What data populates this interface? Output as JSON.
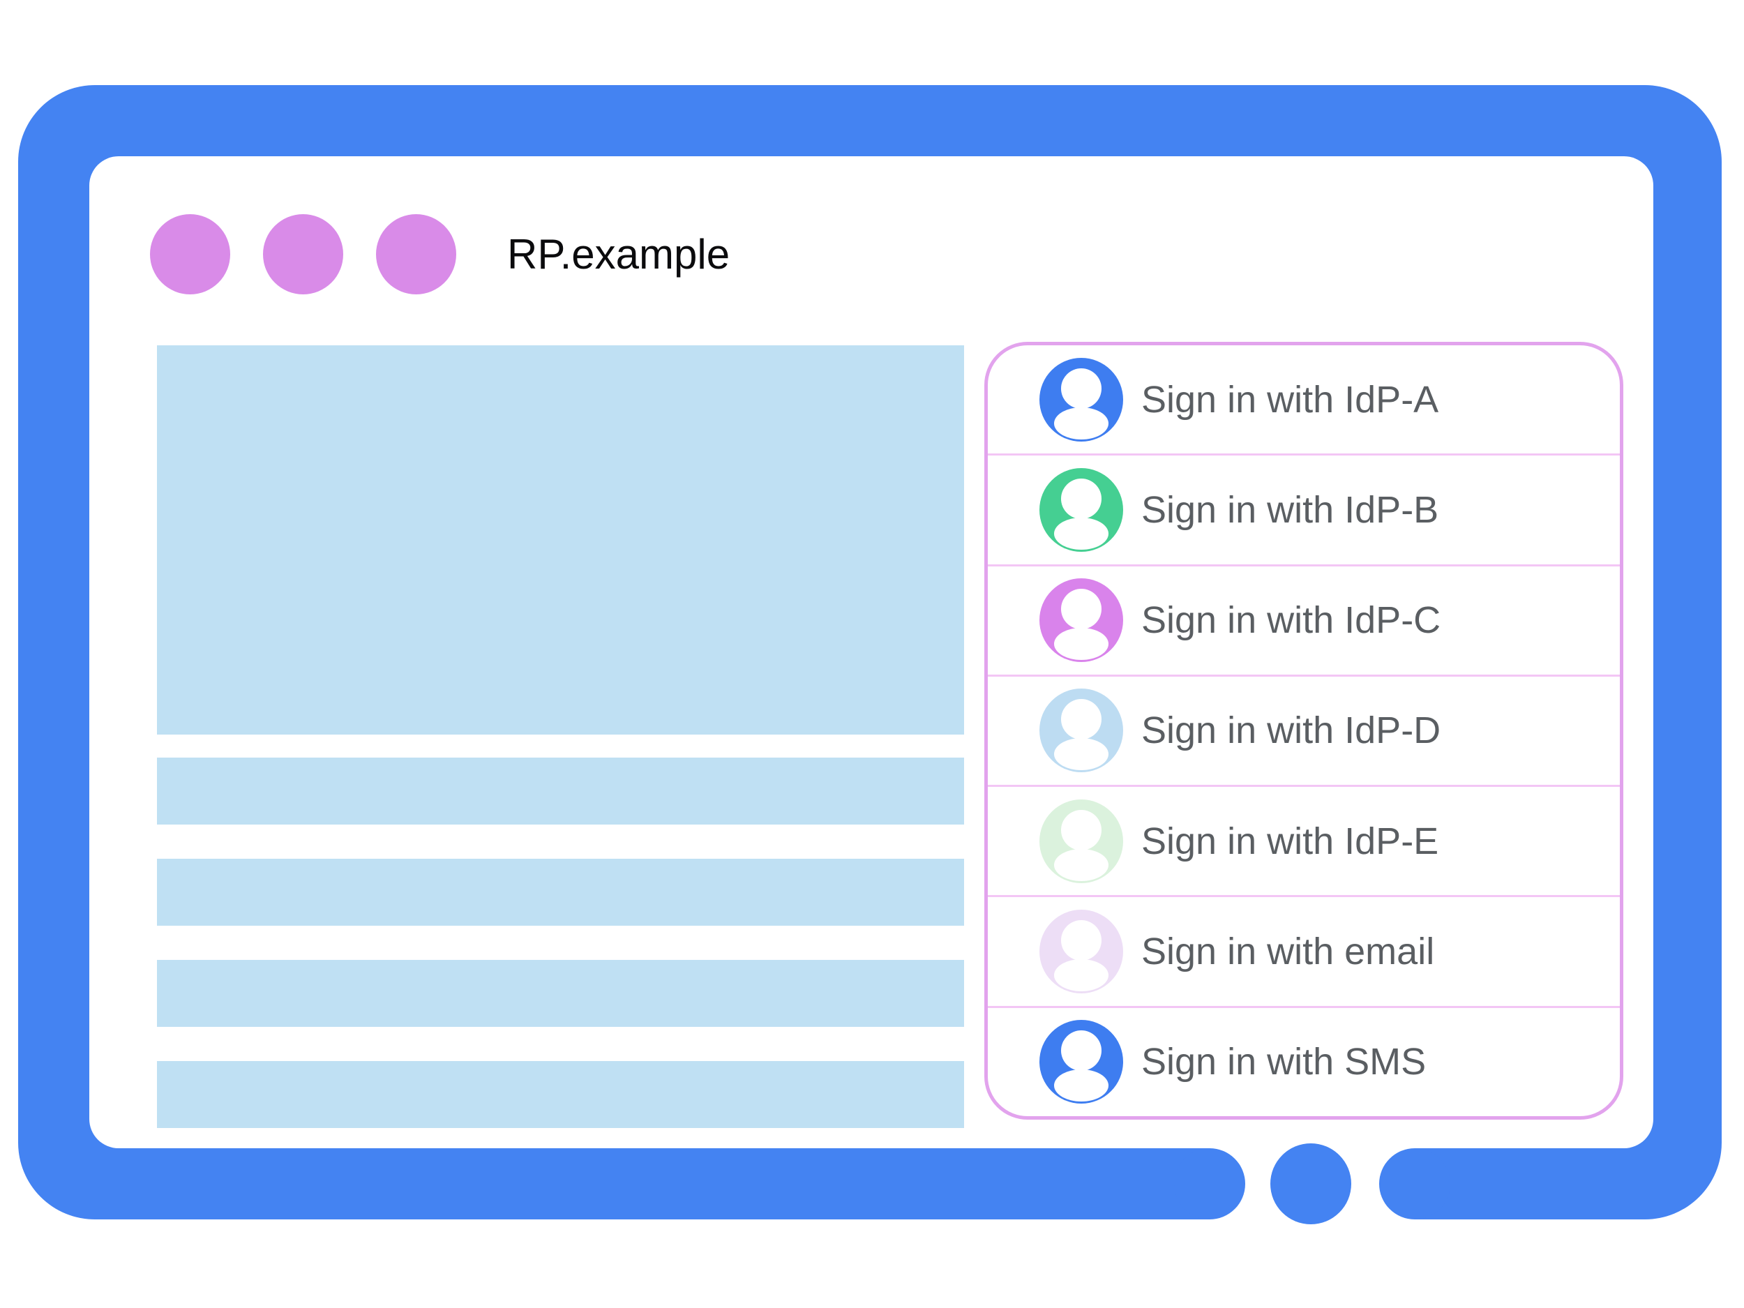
{
  "colors": {
    "bezel_blue": "#4483F2",
    "window_white": "#FFFFFF",
    "dot_purple": "#D98BE8",
    "block_blue": "#BFE0F3",
    "panel_border": "#E2A3ED",
    "panel_separator": "#F3C6F5",
    "label_gray": "#5A5E62",
    "title_color": "#0B0B0D"
  },
  "browser": {
    "title": "RP.example",
    "window_dot_count": 3
  },
  "signin_panel": {
    "items": [
      {
        "label": "Sign in with IdP-A",
        "avatar_icon": "person-avatar-icon",
        "avatar_color": "#3E7DF0"
      },
      {
        "label": "Sign in with IdP-B",
        "avatar_icon": "person-avatar-icon",
        "avatar_color": "#45CF92"
      },
      {
        "label": "Sign in with IdP-C",
        "avatar_icon": "person-avatar-icon",
        "avatar_color": "#D983EB"
      },
      {
        "label": "Sign in with IdP-D",
        "avatar_icon": "person-avatar-icon",
        "avatar_color": "#BDDCF2"
      },
      {
        "label": "Sign in with IdP-E",
        "avatar_icon": "person-avatar-icon",
        "avatar_color": "#DBF2DD"
      },
      {
        "label": "Sign in with email",
        "avatar_icon": "person-avatar-icon",
        "avatar_color": "#EDDEF6"
      },
      {
        "label": "Sign in with SMS",
        "avatar_icon": "person-avatar-icon",
        "avatar_color": "#3E7DF0"
      }
    ]
  },
  "content_placeholders": {
    "hero_blocks": 1,
    "text_bars": 4
  }
}
